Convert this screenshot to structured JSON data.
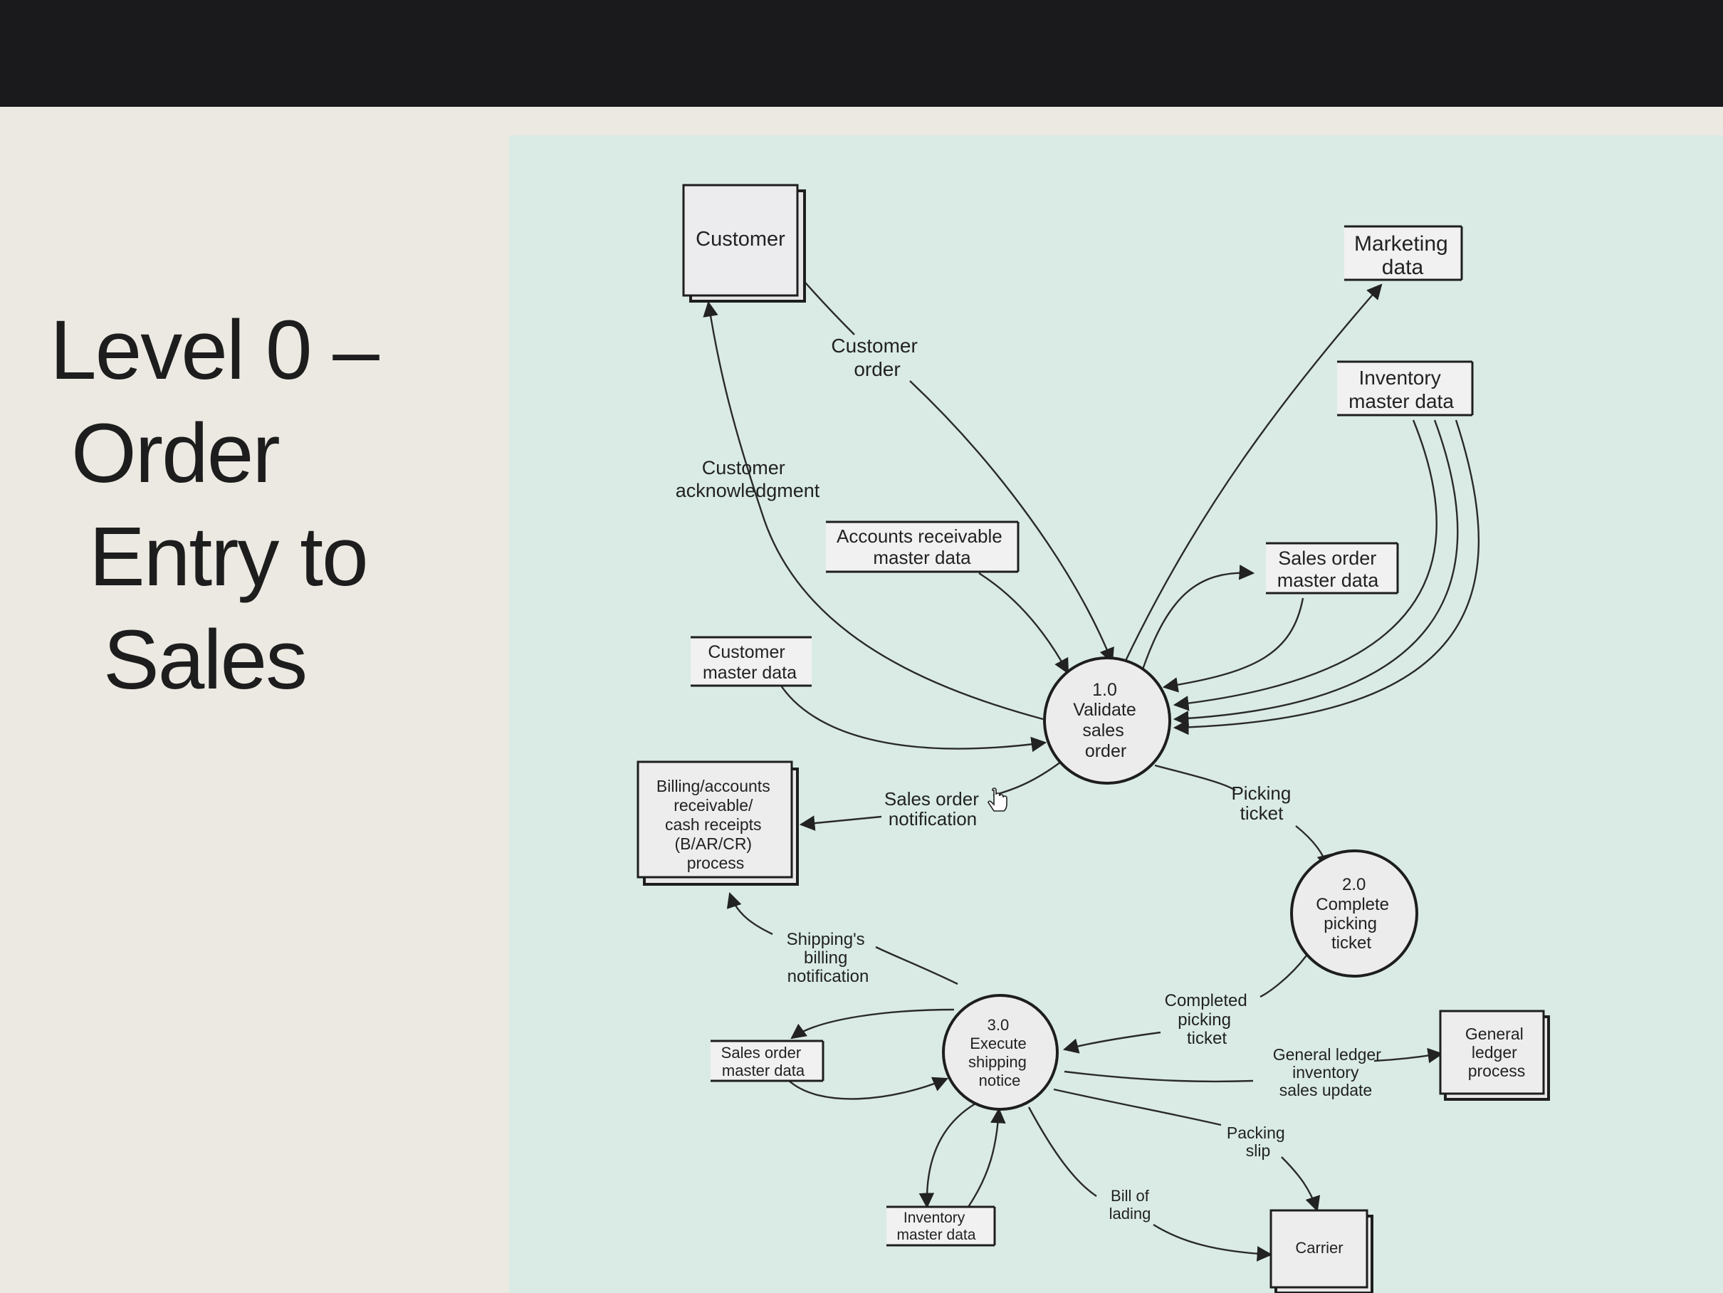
{
  "slide": {
    "title_lines": [
      "Level 0 –",
      "Order",
      "Entry to",
      "Sales"
    ]
  },
  "external_entities": {
    "customer": "Customer",
    "billing": [
      "Billing/accounts",
      "receivable/",
      "cash receipts",
      "(B/AR/CR)",
      "process"
    ],
    "general_ledger": [
      "General",
      "ledger",
      "process"
    ],
    "carrier": "Carrier"
  },
  "data_stores": {
    "marketing": [
      "Marketing",
      "data"
    ],
    "inventory_top": [
      "Inventory",
      "master data"
    ],
    "accounts_receivable": [
      "Accounts receivable",
      "master data"
    ],
    "sales_order_top": [
      "Sales order",
      "master data"
    ],
    "customer_master": [
      "Customer",
      "master data"
    ],
    "sales_order_bottom": [
      "Sales order",
      "master data"
    ],
    "inventory_bottom": [
      "Inventory",
      "master data"
    ]
  },
  "processes": {
    "p1": {
      "number": "1.0",
      "name": [
        "Validate",
        "sales",
        "order"
      ]
    },
    "p2": {
      "number": "2.0",
      "name": [
        "Complete",
        "picking",
        "ticket"
      ]
    },
    "p3": {
      "number": "3.0",
      "name": [
        "Execute",
        "shipping",
        "notice"
      ]
    }
  },
  "flows": {
    "customer_order": [
      "Customer",
      "order"
    ],
    "customer_ack": [
      "Customer",
      "acknowledgment"
    ],
    "sales_order_notification": [
      "Sales order",
      "notification"
    ],
    "picking_ticket": [
      "Picking",
      "ticket"
    ],
    "completed_picking_ticket": [
      "Completed",
      "picking",
      "ticket"
    ],
    "shipping_billing": [
      "Shipping's",
      "billing",
      "notification"
    ],
    "gl_update": [
      "General ledger",
      "inventory",
      "sales update"
    ],
    "packing_slip": [
      "Packing",
      "slip"
    ],
    "bill_of_lading": [
      "Bill of",
      "lading"
    ]
  }
}
